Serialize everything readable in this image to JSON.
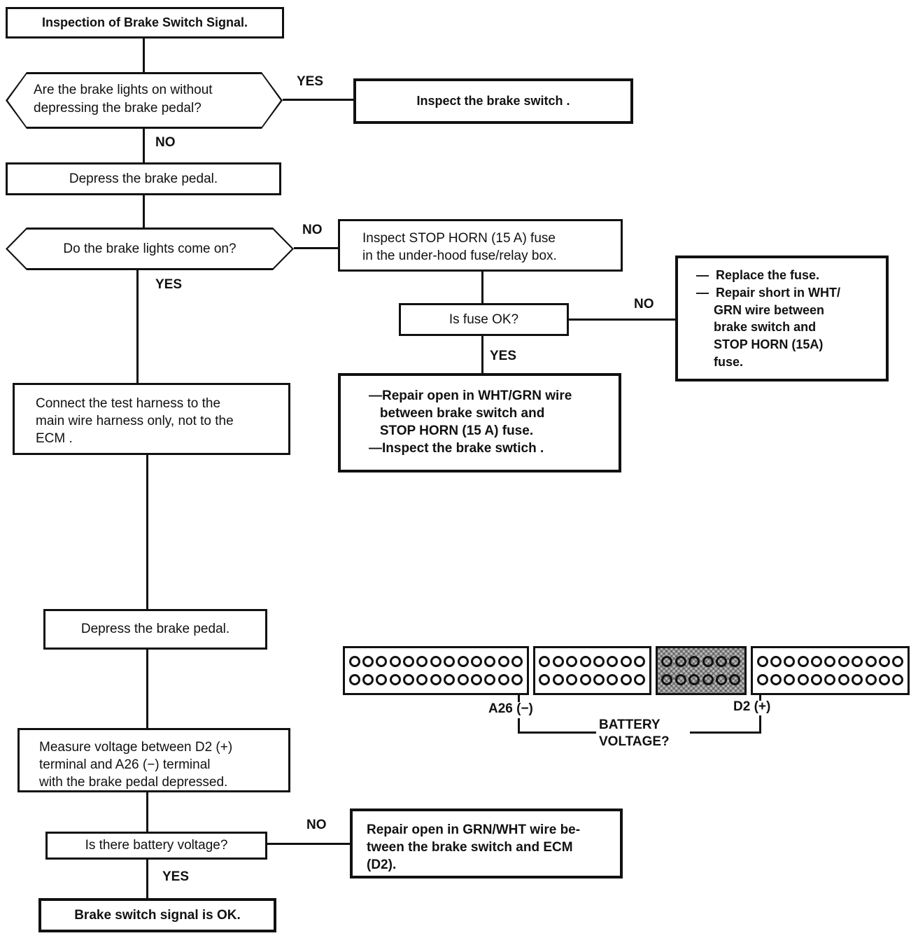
{
  "diagram": {
    "title": "Inspection of Brake Switch Signal.",
    "nodes": {
      "q_lights_without": "Are the brake lights on without\ndepressing the brake pedal?",
      "inspect_switch": "Inspect the brake switch .",
      "depress_pedal_1": "Depress the brake pedal.",
      "q_lights_come_on": "Do the brake lights come on?",
      "inspect_fuse": "Inspect STOP HORN (15 A) fuse\nin the under-hood fuse/relay box.",
      "q_fuse_ok": "Is fuse OK?",
      "replace_fuse": "—  Replace the fuse.\n—  Repair short in WHT/\n     GRN wire between\n     brake switch and\n     STOP HORN (15A)\n     fuse.",
      "repair_open_whtgrn": "—Repair open in WHT/GRN wire\n   between brake switch and\n   STOP HORN (15 A) fuse.\n—Inspect the brake swtich .",
      "connect_harness": "Connect the test harness to the\nmain wire harness only, not to the\nECM .",
      "depress_pedal_2": "Depress the brake pedal.",
      "measure_voltage": "Measure voltage between D2 (+)\nterminal and A26 (−) terminal\nwith the brake pedal depressed.",
      "q_battery_voltage": "Is there battery voltage?",
      "repair_open_grnwht": "Repair open in GRN/WHT wire be-\ntween the brake switch and ECM\n(D2).",
      "signal_ok": "Brake switch signal is OK."
    },
    "labels": {
      "yes": "YES",
      "no": "NO"
    },
    "connector": {
      "rows": 2,
      "sections": [
        {
          "cols": 13,
          "shaded": false
        },
        {
          "cols": 8,
          "shaded": false
        },
        {
          "cols": 6,
          "shaded": true
        },
        {
          "cols": 11,
          "shaded": false
        }
      ],
      "a26_label": "A26 (−)",
      "d2_label": "D2 (+)",
      "question": "BATTERY\nVOLTAGE?"
    }
  }
}
